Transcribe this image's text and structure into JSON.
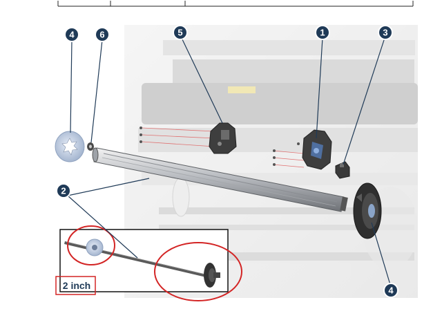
{
  "callouts": {
    "c1": "1",
    "c2": "2",
    "c3": "3",
    "c4_top": "4",
    "c4_bottom": "4",
    "c5": "5",
    "c6": "6"
  },
  "inset": {
    "label": "2 inch"
  },
  "colors": {
    "callout": "#1f3a57",
    "highlight": "#d32424",
    "part_dark": "#3d3d3d",
    "part_light": "#cfd6e1"
  }
}
